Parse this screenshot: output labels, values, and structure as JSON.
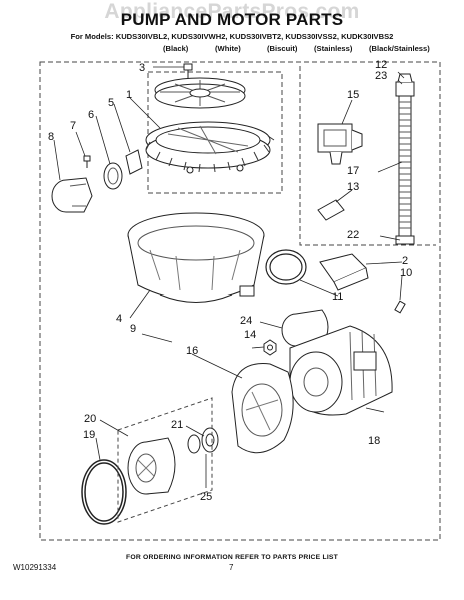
{
  "header": {
    "watermark": "AppliancePartsPros.com",
    "title": "PUMP AND MOTOR PARTS",
    "models_line": "For Models: KUDS30IVBL2, KUDS30IVWH2, KUDS30IVBT2, KUDS30IVSS2, KUDK30IVBS2",
    "colors": [
      "(Black)",
      "(White)",
      "(Biscuit)",
      "(Stainless)",
      "(Black/Stainless)"
    ]
  },
  "callouts": [
    "1",
    "2",
    "3",
    "4",
    "5",
    "6",
    "7",
    "8",
    "9",
    "10",
    "11",
    "12",
    "13",
    "14",
    "15",
    "16",
    "17",
    "18",
    "19",
    "20",
    "21",
    "22",
    "23",
    "24",
    "25"
  ],
  "footer": {
    "note": "FOR ORDERING INFORMATION REFER TO PARTS PRICE LIST",
    "doc_id": "W10291334",
    "page_number": "7"
  },
  "colors": {
    "line": "#222222",
    "dash": "#444444",
    "watermark": "#d6d6d6"
  }
}
